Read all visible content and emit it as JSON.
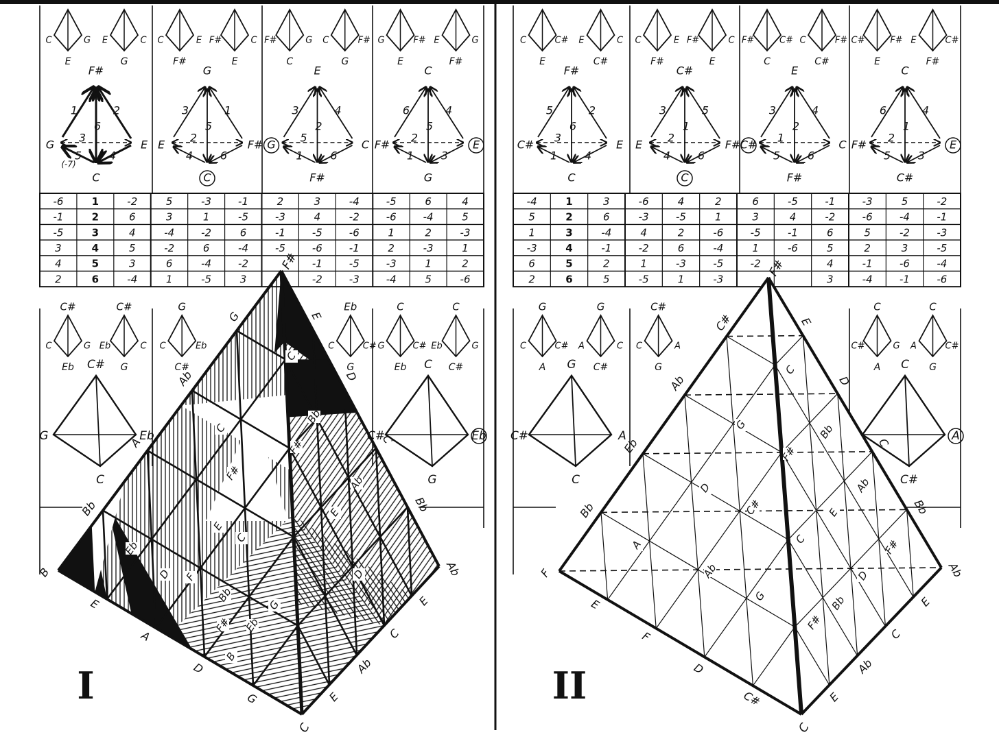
{
  "panels": [
    {
      "numeral": "I",
      "top_cells": [
        {
          "small_tetras": [
            {
              "left": "C",
              "bottom": "E",
              "right": "G"
            },
            {
              "left": "E",
              "bottom": "G",
              "right": "C"
            }
          ],
          "diagram": {
            "top": "F#",
            "left": "G",
            "right": "E",
            "bottom": "C",
            "circled": "",
            "note": "(-7)",
            "edges": {
              "top_left": "1",
              "top_right": "2",
              "center": "6",
              "horizontal": "3",
              "bottom_left": "5",
              "bottom_right": "4"
            }
          }
        },
        {
          "small_tetras": [
            {
              "left": "C",
              "bottom": "F#",
              "right": "E"
            },
            {
              "left": "F#",
              "bottom": "E",
              "right": "C"
            }
          ],
          "diagram": {
            "top": "G",
            "left": "E",
            "right": "F#",
            "bottom": "C",
            "circled": "bottom",
            "edges": {
              "top_left": "3",
              "top_right": "1",
              "center": "5",
              "horizontal": "2",
              "bottom_left": "4",
              "bottom_right": "6"
            }
          }
        },
        {
          "small_tetras": [
            {
              "left": "F#",
              "bottom": "C",
              "right": "G"
            },
            {
              "left": "C",
              "bottom": "G",
              "right": "F#"
            }
          ],
          "diagram": {
            "top": "E",
            "left": "G",
            "right": "C",
            "bottom": "F#",
            "circled": "left",
            "edges": {
              "top_left": "3",
              "top_right": "4",
              "center": "2",
              "horizontal": "5",
              "bottom_left": "1",
              "bottom_right": "6"
            }
          }
        },
        {
          "small_tetras": [
            {
              "left": "G",
              "bottom": "E",
              "right": "F#"
            },
            {
              "left": "E",
              "bottom": "F#",
              "right": "G"
            }
          ],
          "diagram": {
            "top": "C",
            "left": "F#",
            "right": "E",
            "bottom": "G",
            "circled": "right",
            "edges": {
              "top_left": "6",
              "top_right": "4",
              "center": "5",
              "horizontal": "2",
              "bottom_left": "1",
              "bottom_right": "3"
            }
          }
        }
      ],
      "table": [
        [
          "-6",
          "1",
          "-2",
          "5",
          "-3",
          "-1",
          "2",
          "3",
          "-4",
          "-5",
          "6",
          "4"
        ],
        [
          "-1",
          "2",
          "6",
          "3",
          "1",
          "-5",
          "-3",
          "4",
          "-2",
          "-6",
          "-4",
          "5"
        ],
        [
          "-5",
          "3",
          "4",
          "-4",
          "-2",
          "6",
          "-1",
          "-5",
          "-6",
          "1",
          "2",
          "-3"
        ],
        [
          "3",
          "4",
          "5",
          "-2",
          "6",
          "-4",
          "-5",
          "-6",
          "-1",
          "2",
          "-3",
          "1"
        ],
        [
          "4",
          "5",
          "3",
          "6",
          "-4",
          "-2",
          "",
          "-1",
          "-5",
          "-3",
          "1",
          "2"
        ],
        [
          "2",
          "6",
          "-4",
          "1",
          "-5",
          "3",
          "",
          "-2",
          "-3",
          "-4",
          "5",
          "-6"
        ]
      ],
      "lower_cells": [
        {
          "small_tetras": [
            {
              "top": "C#",
              "left": "C",
              "bottom": "Eb",
              "right": "G"
            },
            {
              "top": "C#",
              "left": "Eb",
              "bottom": "G",
              "right": "C"
            }
          ],
          "big_tetra": {
            "top": "C#",
            "left": "G",
            "right": "Eb",
            "bottom": "C",
            "circled": ""
          }
        },
        {
          "small_tetras": [
            {
              "top": "G",
              "left": "C",
              "bottom": "C#",
              "right": "Eb"
            }
          ]
        },
        {
          "small_tetras": [
            {
              "top": "Eb",
              "left": "C",
              "bottom": "G",
              "right": "C#"
            }
          ]
        },
        {
          "small_tetras": [
            {
              "top": "C",
              "left": "G",
              "bottom": "Eb",
              "right": "C#"
            },
            {
              "top": "C",
              "left": "Eb",
              "bottom": "C#",
              "right": "G"
            }
          ],
          "big_tetra": {
            "top": "C",
            "left": "C#",
            "right": "Eb",
            "bottom": "G",
            "circled": "right"
          }
        }
      ],
      "pyramid": {
        "apex": "F#",
        "bottom": "C",
        "left_edge": [
          "G",
          "Ab",
          "A",
          "Bb",
          "B"
        ],
        "right_edge": [
          "E",
          "D",
          "C",
          "Bb",
          "Ab"
        ],
        "bottom_left_edge": [
          "E",
          "A",
          "D",
          "G"
        ],
        "bottom_right_edge": [
          "E",
          "C",
          "Ab",
          "E"
        ],
        "interior": [
          "C",
          "Bb",
          "C",
          "F#",
          "F#",
          "Ab",
          "E",
          "E",
          "C",
          "Eb",
          "D",
          "F",
          "F#",
          "Bb",
          "Eb",
          "B",
          "G",
          "D"
        ]
      }
    },
    {
      "numeral": "II",
      "top_cells": [
        {
          "small_tetras": [
            {
              "left": "C",
              "bottom": "E",
              "right": "C#"
            },
            {
              "left": "E",
              "bottom": "C#",
              "right": "C"
            }
          ],
          "diagram": {
            "top": "F#",
            "left": "C#",
            "right": "E",
            "bottom": "C",
            "circled": "",
            "edges": {
              "top_left": "5",
              "top_right": "2",
              "center": "6",
              "horizontal": "3",
              "bottom_left": "1",
              "bottom_right": "4"
            }
          }
        },
        {
          "small_tetras": [
            {
              "left": "C",
              "bottom": "F#",
              "right": "E"
            },
            {
              "left": "F#",
              "bottom": "E",
              "right": "C"
            }
          ],
          "diagram": {
            "top": "C#",
            "left": "E",
            "right": "F#",
            "bottom": "C",
            "circled": "bottom",
            "edges": {
              "top_left": "3",
              "top_right": "5",
              "center": "1",
              "horizontal": "2",
              "bottom_left": "4",
              "bottom_right": "6"
            }
          }
        },
        {
          "small_tetras": [
            {
              "left": "F#",
              "bottom": "C",
              "right": "C#"
            },
            {
              "left": "C",
              "bottom": "C#",
              "right": "F#"
            }
          ],
          "diagram": {
            "top": "E",
            "left": "C#",
            "right": "C",
            "bottom": "F#",
            "circled": "left",
            "edges": {
              "top_left": "3",
              "top_right": "4",
              "center": "2",
              "horizontal": "1",
              "bottom_left": "5",
              "bottom_right": "6"
            }
          }
        },
        {
          "small_tetras": [
            {
              "left": "C#",
              "bottom": "E",
              "right": "F#"
            },
            {
              "left": "E",
              "bottom": "F#",
              "right": "C#"
            }
          ],
          "diagram": {
            "top": "C",
            "left": "F#",
            "right": "E",
            "bottom": "C#",
            "circled": "right",
            "edges": {
              "top_left": "6",
              "top_right": "4",
              "center": "1",
              "horizontal": "2",
              "bottom_left": "5",
              "bottom_right": "3"
            }
          }
        }
      ],
      "table": [
        [
          "-4",
          "1",
          "3",
          "-6",
          "4",
          "2",
          "6",
          "-5",
          "-1",
          "-3",
          "5",
          "-2"
        ],
        [
          "5",
          "2",
          "6",
          "-3",
          "-5",
          "1",
          "3",
          "4",
          "-2",
          "-6",
          "-4",
          "-1"
        ],
        [
          "1",
          "3",
          "-4",
          "4",
          "2",
          "-6",
          "-5",
          "-1",
          "6",
          "5",
          "-2",
          "-3"
        ],
        [
          "-3",
          "4",
          "-1",
          "-2",
          "6",
          "-4",
          "1",
          "-6",
          "5",
          "2",
          "3",
          "-5"
        ],
        [
          "6",
          "5",
          "2",
          "1",
          "-3",
          "-5",
          "-2",
          "",
          "4",
          "-1",
          "-6",
          "-4"
        ],
        [
          "2",
          "6",
          "5",
          "-5",
          "1",
          "-3",
          "",
          "",
          "3",
          "-4",
          "-1",
          "-6"
        ]
      ],
      "lower_cells": [
        {
          "small_tetras": [
            {
              "top": "G",
              "left": "C",
              "bottom": "A",
              "right": "C#"
            },
            {
              "top": "G",
              "left": "A",
              "bottom": "C#",
              "right": "C"
            }
          ],
          "big_tetra": {
            "top": "G",
            "left": "C#",
            "right": "A",
            "bottom": "C",
            "circled": ""
          }
        },
        {
          "small_tetras": [
            {
              "top": "C#",
              "left": "C",
              "bottom": "G",
              "right": "A"
            }
          ]
        },
        {
          "small_tetras": []
        },
        {
          "small_tetras": [
            {
              "top": "C",
              "left": "C#",
              "bottom": "A",
              "right": "G"
            },
            {
              "top": "C",
              "left": "A",
              "bottom": "G",
              "right": "C#"
            }
          ],
          "big_tetra": {
            "top": "C",
            "left": "",
            "right": "A",
            "bottom": "C#",
            "circled": "right"
          }
        }
      ],
      "pyramid": {
        "apex": "F#",
        "bottom": "C",
        "left_edge": [
          "C#",
          "Ab",
          "Eb",
          "Bb",
          "F"
        ],
        "right_edge": [
          "E",
          "D",
          "C",
          "Bb",
          "Ab"
        ],
        "bottom_left_edge": [
          "E",
          "F",
          "D",
          "C#"
        ],
        "bottom_right_edge": [
          "E",
          "C",
          "Ab",
          "E"
        ],
        "interior": [
          "C",
          "G",
          "F#",
          "Bb",
          "D",
          "C#",
          "Ab",
          "E",
          "C",
          "A",
          "Ab",
          "F#",
          "D",
          "G",
          "F#",
          "Bb"
        ]
      }
    }
  ]
}
